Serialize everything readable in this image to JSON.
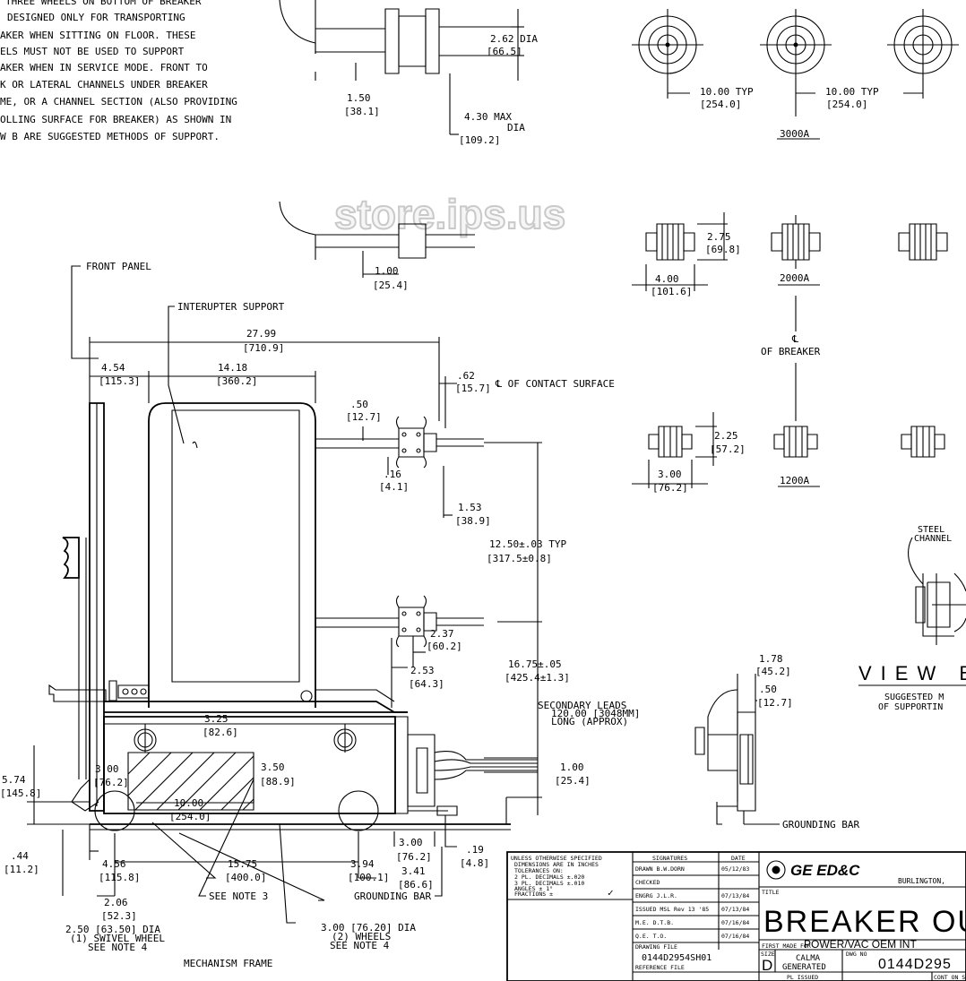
{
  "note": {
    "lines": [
      "THREE WHEELS ON BOTTOM OF BREAKER",
      "DESIGNED ONLY FOR TRANSPORTING",
      "AKER WHEN SITTING ON FLOOR. THESE",
      "ELS MUST NOT BE USED TO SUPPORT",
      "AKER WHEN IN SERVICE MODE.  FRONT TO",
      "K OR LATERAL CHANNELS UNDER BREAKER",
      "ME, OR A CHANNEL SECTION (ALSO PROVIDING",
      "OLLING SURFACE FOR BREAKER) AS SHOWN IN",
      "W B ARE SUGGESTED METHODS OF SUPPORT."
    ]
  },
  "watermark": "store.ips.us",
  "top_detail": {
    "dia": [
      "2.62 DIA",
      "[66.5]"
    ],
    "left": [
      "1.50",
      "[38.1]"
    ],
    "max": [
      "4.30 MAX",
      "DIA",
      "[109.2]"
    ]
  },
  "mid_detail": {
    "dim": [
      "1.00",
      "[25.4]"
    ]
  },
  "ratings": {
    "typ1": [
      "10.00 TYP",
      "[254.0]"
    ],
    "typ2": [
      "10.00 TYP",
      "[254.0]"
    ],
    "r3000": "3000A",
    "r2000": "2000A",
    "r1200": "1200A",
    "d3000": [
      "2.75",
      "[69.8]"
    ],
    "w3000": [
      "4.00",
      "[101.6]"
    ],
    "d1200": [
      "2.25",
      "[57.2]"
    ],
    "w1200": [
      "3.00",
      "[76.2]"
    ],
    "cl": [
      "℄",
      "OF BREAKER"
    ]
  },
  "labels": {
    "front_panel": "FRONT PANEL",
    "interrupter": "INTERUPTER SUPPORT",
    "contact": "℄ OF CONTACT SURFACE",
    "secondary": [
      "SECONDARY LEADS",
      "120.00 [3048MM]",
      "LONG (APPROX)"
    ],
    "grounding": "GROUNDING BAR",
    "grounding2": "GROUNDING BAR",
    "see3": "SEE NOTE 3",
    "mechanism": "MECHANISM FRAME",
    "swivel": [
      "2.50 [63.50] DIA",
      "(1) SWIVEL WHEEL",
      "SEE NOTE 4"
    ],
    "wheels": [
      "3.00 [76.20] DIA",
      "(2) WHEELS",
      "SEE NOTE 4"
    ],
    "steel": [
      "STEEL",
      "CHANNEL"
    ],
    "view": "VIEW B",
    "suggested": [
      "SUGGESTED M",
      "OF SUPPORTIN"
    ]
  },
  "dims": {
    "overall": [
      "27.99",
      "[710.9]"
    ],
    "d454": [
      "4.54",
      "[115.3]"
    ],
    "d1418": [
      "14.18",
      "[360.2]"
    ],
    "d62": [
      ".62",
      "[15.7]"
    ],
    "d50": [
      ".50",
      "[12.7]"
    ],
    "d16": [
      ".16",
      "[4.1]"
    ],
    "d153": [
      "1.53",
      "[38.9]"
    ],
    "d1250": [
      "12.50±.03   TYP",
      "[317.5±0.8]"
    ],
    "d237": [
      "2.37",
      "[60.2]"
    ],
    "d253": [
      "2.53",
      "[64.3]"
    ],
    "d1675": [
      "16.75±.05",
      "[425.4±1.3]"
    ],
    "d325": [
      "3.25",
      "[82.6]"
    ],
    "d350": [
      "3.50",
      "[88.9]"
    ],
    "d300": [
      "3.00",
      "[76.2]"
    ],
    "d1000": [
      "10.00",
      "[254.0]"
    ],
    "d574": [
      "5.74",
      "[145.8]"
    ],
    "d44": [
      ".44",
      "[11.2]"
    ],
    "d456": [
      "4.56",
      "[115.8]"
    ],
    "d1575": [
      "15.75",
      "[400.0]"
    ],
    "d394": [
      "3.94",
      "[100.1]"
    ],
    "d300b": [
      "3.00",
      "[76.2]"
    ],
    "d341": [
      "3.41",
      "[86.6]"
    ],
    "d19": [
      ".19",
      "[4.8]"
    ],
    "d206": [
      "2.06",
      "[52.3]"
    ],
    "d100s": [
      "1.00",
      "[25.4]"
    ],
    "d178": [
      "1.78",
      "[45.2]"
    ],
    "d50s": [
      ".50",
      "[12.7]"
    ]
  },
  "title_block": {
    "tol": [
      "UNLESS OTHERWISE SPECIFIED",
      "DIMENSIONS ARE IN INCHES",
      "TOLERANCES ON:",
      "2 PL. DECIMALS ±.020",
      "3 PL. DECIMALS ±.010",
      "ANGLES ± 1°",
      "FRACTIONS ±"
    ],
    "check": "✓",
    "sig_head": "SIGNATURES",
    "date_head": "DATE",
    "rows": [
      {
        "sig": "DRAWN  B.W.DORN",
        "date": "05/12/83"
      },
      {
        "sig": "CHECKED",
        "date": ""
      },
      {
        "sig": "ENGRG  J.L.R.",
        "date": "07/13/84"
      },
      {
        "sig": "ISSUED MSL  Rev 13 '85",
        "date": "07/13/84"
      },
      {
        "sig": "M.E.  D.T.B.",
        "date": "07/16/84"
      },
      {
        "sig": "Q.E.  T.O.",
        "date": "07/16/84"
      }
    ],
    "drawing_file_label": "DRAWING FILE",
    "drawing_file": "0144D2954SH01",
    "reference_label": "REFERENCE FILE",
    "logo": "GE ED&C",
    "city": "BURLINGTON,",
    "title_label": "TITLE",
    "title": "BREAKER OUTLI",
    "first_made": "FIRST MADE FOR",
    "made_for": "POWER/VAC OEM INT",
    "size_label": "SIZE",
    "size": "D",
    "calma": [
      "CALMA",
      "GENERATED"
    ],
    "dwg_label": "DWG NO",
    "dwg_no": "0144D295",
    "pl_issued": "PL ISSUED",
    "cont": "CONT ON SH"
  }
}
